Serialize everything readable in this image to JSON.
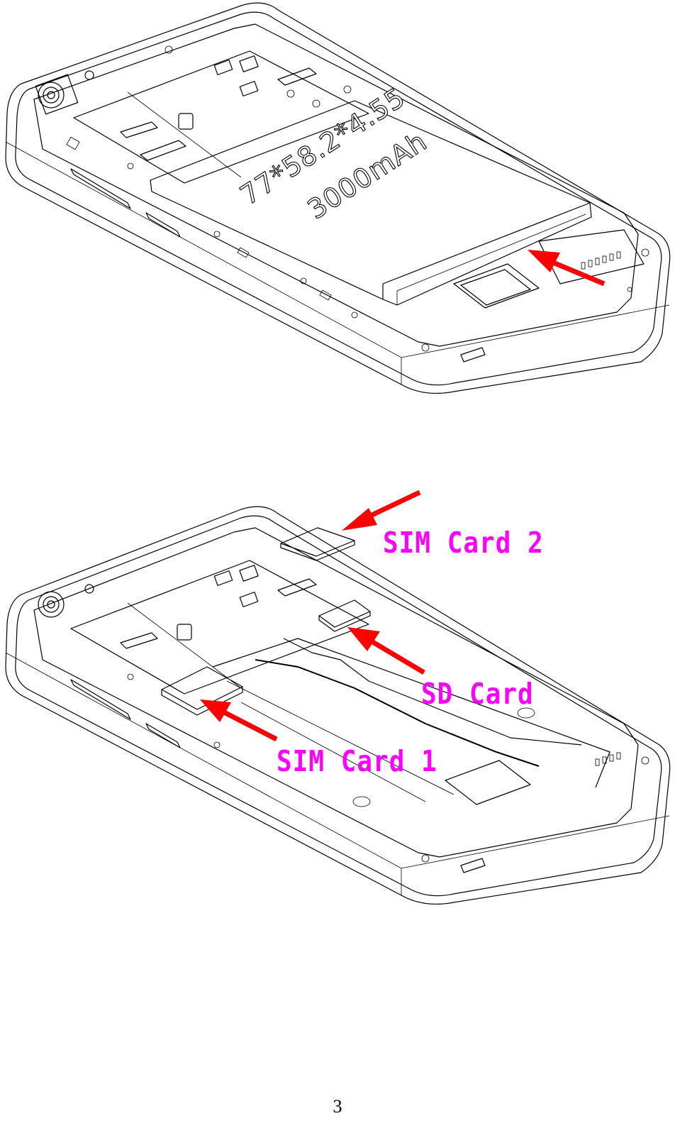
{
  "page": {
    "page_number": "3",
    "background": "#ffffff"
  },
  "figure_1": {
    "description": "Phone back with battery installed, arrow pointing to battery release",
    "battery_spec_line1": "77*58.2*4.55",
    "battery_spec_line2": "3000mAh",
    "arrow_color": "#ff0000"
  },
  "figure_2": {
    "description": "Phone back with battery removed showing card slots",
    "labels": {
      "sim_card_2": "SIM Card 2",
      "sd_card": "SD Card",
      "sim_card_1": "SIM Card 1"
    },
    "label_color": "#ff00ff",
    "arrow_color": "#ff0000"
  }
}
